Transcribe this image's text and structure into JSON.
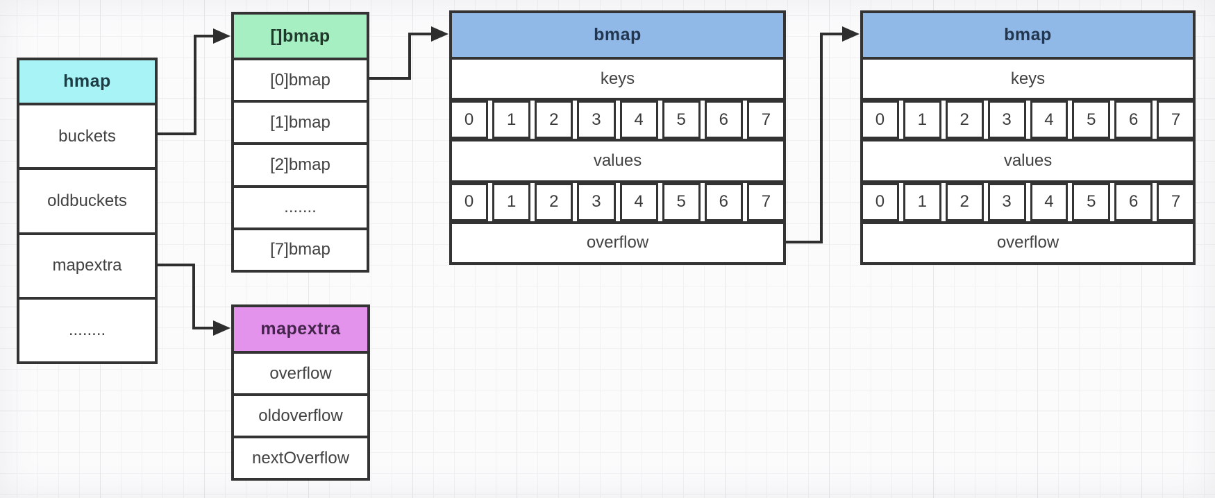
{
  "structs": {
    "hmap": {
      "title": "hmap",
      "rows": [
        "buckets",
        "oldbuckets",
        "mapextra",
        "........"
      ]
    },
    "bmapArray": {
      "title": "[]bmap",
      "rows": [
        "[0]bmap",
        "[1]bmap",
        "[2]bmap",
        ".......",
        "[7]bmap"
      ]
    },
    "bucket1": {
      "title": "bmap",
      "keysLabel": "keys",
      "valuesLabel": "values",
      "overflowLabel": "overflow",
      "slots": [
        "0",
        "1",
        "2",
        "3",
        "4",
        "5",
        "6",
        "7"
      ]
    },
    "bucket2": {
      "title": "bmap",
      "keysLabel": "keys",
      "valuesLabel": "values",
      "overflowLabel": "overflow",
      "slots": [
        "0",
        "1",
        "2",
        "3",
        "4",
        "5",
        "6",
        "7"
      ]
    },
    "mapextra": {
      "title": "mapextra",
      "rows": [
        "overflow",
        "oldoverflow",
        "nextOverflow"
      ]
    }
  },
  "colors": {
    "hmapHeader": "#a8f3f5",
    "bmapArrayHeader": "#a5efc2",
    "bucketHeader": "#90b9e8",
    "mapextraHeader": "#e493ec",
    "border": "#333333",
    "wire": "#2e2e2e"
  }
}
